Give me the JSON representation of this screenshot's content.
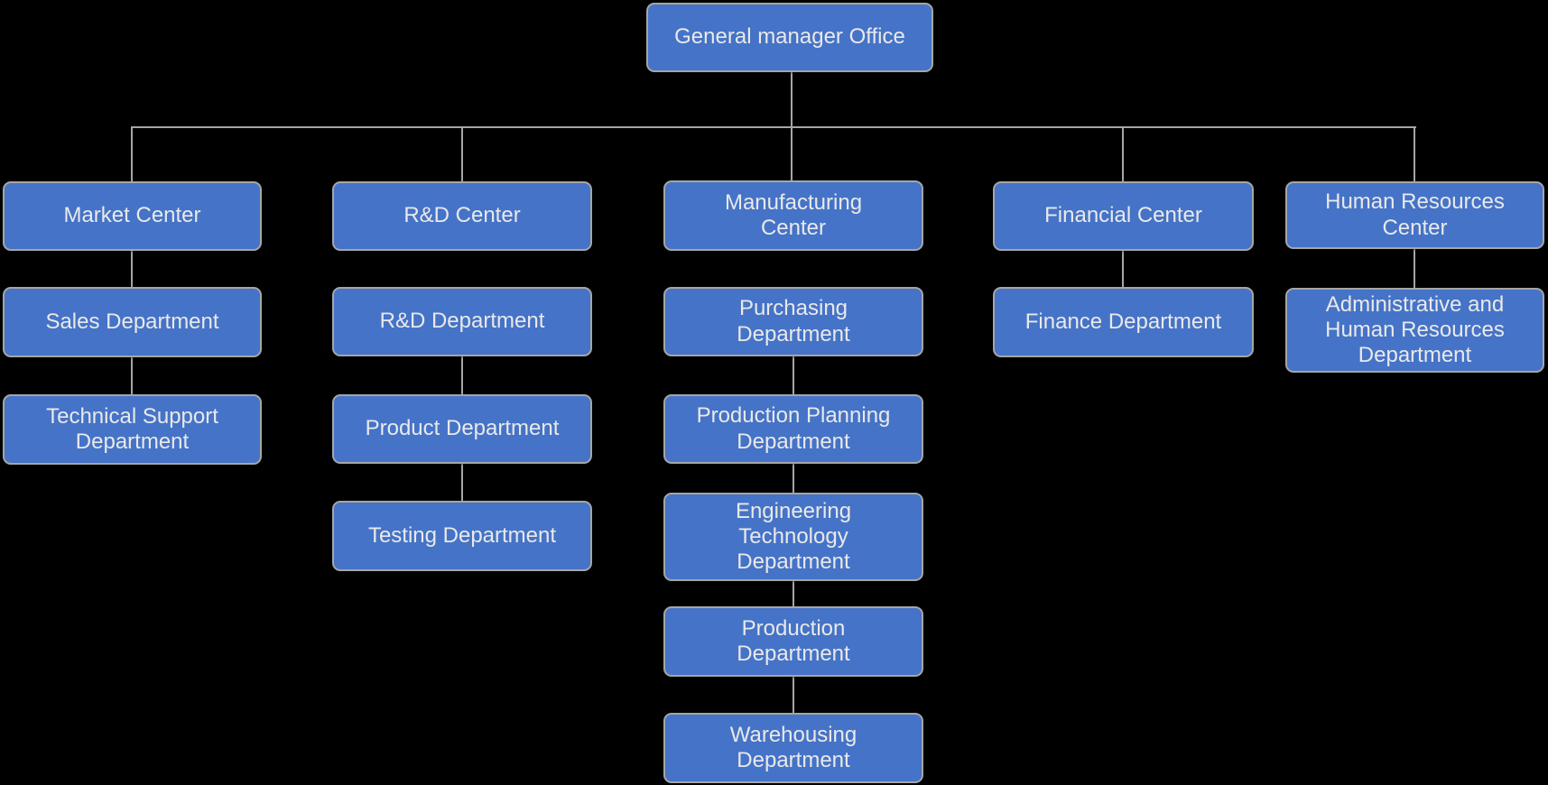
{
  "diagram": {
    "type": "organizational-chart",
    "background_color": "#000000",
    "node_fill_color": "#4573C7",
    "node_border_color": "#A6A6A6",
    "node_text_color": "#E9E9E9",
    "connector_color": "#A6A6A6"
  },
  "nodes": {
    "gm": {
      "label": "General manager Office",
      "level": 0,
      "parent": null
    },
    "market": {
      "label": "Market Center",
      "level": 1,
      "parent": "General manager Office"
    },
    "rd": {
      "label": "R&D Center",
      "level": 1,
      "parent": "General manager Office"
    },
    "manufacturing": {
      "label": "Manufacturing Center",
      "level": 1,
      "parent": "General manager Office"
    },
    "financial": {
      "label": "Financial Center",
      "level": 1,
      "parent": "General manager Office"
    },
    "hr": {
      "label": "Human Resources Center",
      "level": 1,
      "parent": "General manager Office"
    },
    "sales": {
      "label": "Sales Department",
      "level": 2,
      "parent": "Market Center"
    },
    "tech_support": {
      "label": "Technical Support Department",
      "level": 3,
      "parent": "Sales Department"
    },
    "rd_dept": {
      "label": "R&D Department",
      "level": 2,
      "parent": "R&D Center"
    },
    "product": {
      "label": "Product Department",
      "level": 3,
      "parent": "R&D Department"
    },
    "testing": {
      "label": "Testing Department",
      "level": 4,
      "parent": "Product Department"
    },
    "purchasing": {
      "label": "Purchasing Department",
      "level": 2,
      "parent": "Manufacturing Center"
    },
    "production_planning": {
      "label": "Production Planning Department",
      "level": 3,
      "parent": "Purchasing Department"
    },
    "engineering_technology": {
      "label": "Engineering Technology Department",
      "level": 4,
      "parent": "Production Planning Department"
    },
    "production": {
      "label": "Production Department",
      "level": 5,
      "parent": "Engineering Technology Department"
    },
    "warehousing": {
      "label": "Warehousing Department",
      "level": 6,
      "parent": "Production Department"
    },
    "finance": {
      "label": "Finance Department",
      "level": 2,
      "parent": "Financial Center"
    },
    "admin_hr": {
      "label": "Administrative and Human Resources Department",
      "level": 2,
      "parent": "Human Resources Center"
    }
  }
}
